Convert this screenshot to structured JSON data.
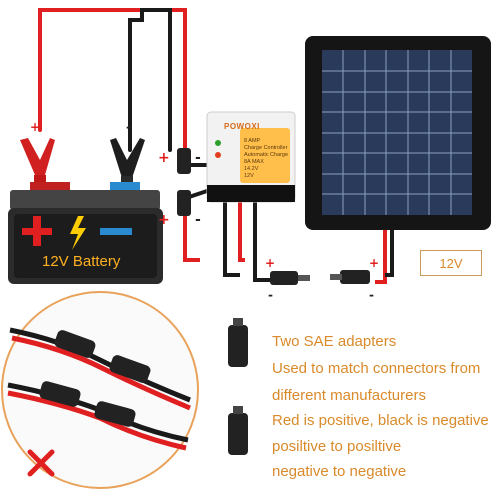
{
  "battery": {
    "label": "12V Battery"
  },
  "panel": {
    "voltage": "12V"
  },
  "controller": {
    "brand": "POWOXI",
    "specs": "8 AMP\nCharge Controller\nAutomatic Charge\n8A MAX\n14.2V\n12V"
  },
  "polarity": {
    "plus": "+",
    "minus": "-"
  },
  "description": {
    "line1": "Two SAE adapters",
    "line2": "Used to match connectors from",
    "line3": "different manufacturers",
    "line4": "Red is positive, black is negative",
    "line5": "posiltive to posiltive",
    "line6": "negative to negative"
  },
  "colors": {
    "text_accent": "#d98a2a",
    "wire_red": "#e02020",
    "wire_black": "#1a1a1a",
    "inset_border": "#e8a25a",
    "cross": "#e02020"
  },
  "icons": [
    "battery-plus-icon",
    "battery-minus-icon",
    "lightning-icon",
    "cross-icon"
  ]
}
